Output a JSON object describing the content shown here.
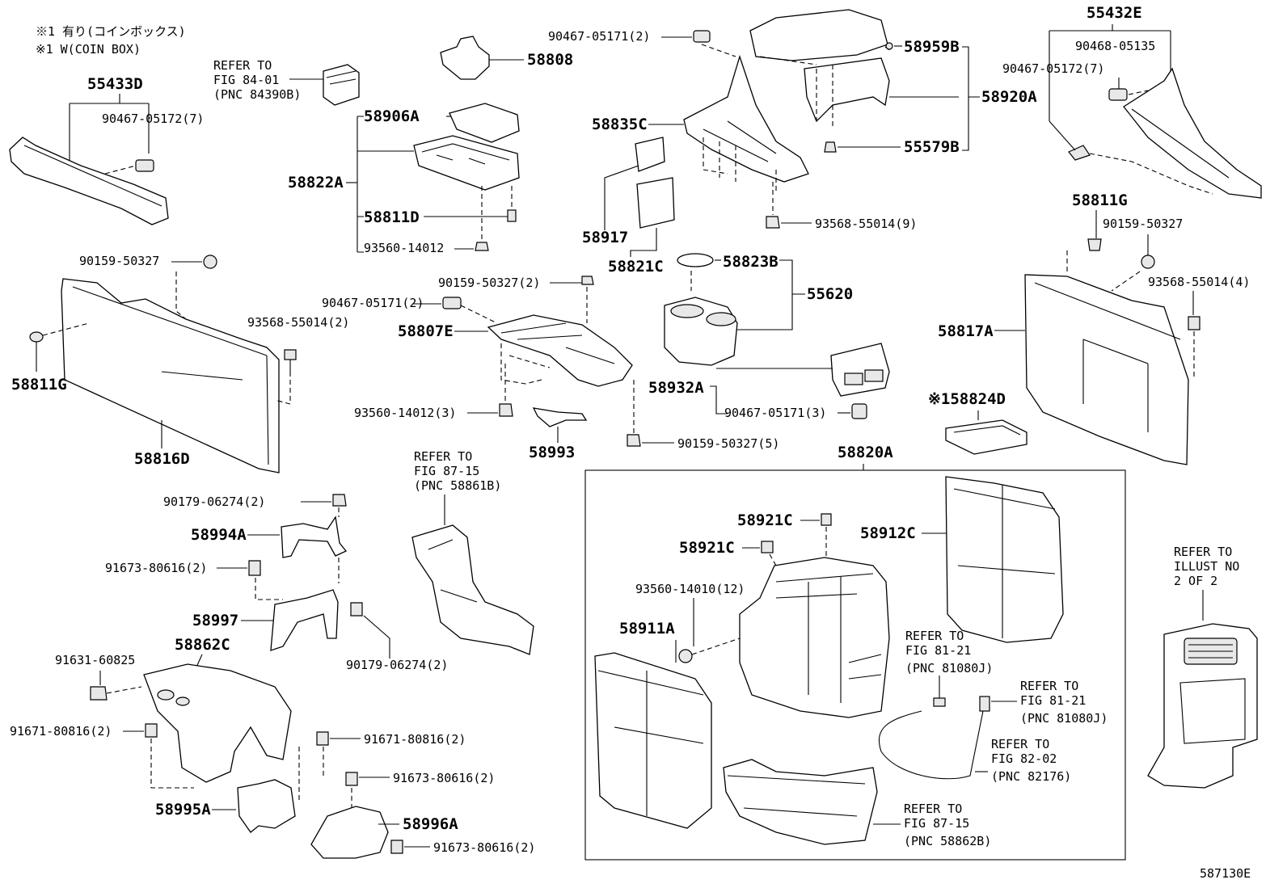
{
  "notes": {
    "line1": "※1 有り(コインボックス)",
    "line2": "※1 W(COIN BOX)"
  },
  "diagram_code": "587130E",
  "parts": {
    "p55433D": "55433D",
    "p90467_05172_7_a": "90467-05172(7)",
    "p90159_50327_a": "90159-50327",
    "p58811G_a": "58811G",
    "p93568_55014_2": "93568-55014(2)",
    "p58816D": "58816D",
    "p58808": "58808",
    "p58906A": "58906A",
    "p58822A": "58822A",
    "p58811D": "58811D",
    "p93560_14012": "93560-14012",
    "p90159_50327_2": "90159-50327(2)",
    "p90467_05171_2_a": "90467-05171(2)",
    "p58807E": "58807E",
    "p93560_14012_3": "93560-14012(3)",
    "p58993": "58993",
    "p90159_50327_5": "90159-50327(5)",
    "p90467_05171_2_b": "90467-05171(2)",
    "p58835C": "58835C",
    "p58917": "58917",
    "p58821C": "58821C",
    "p58959B": "58959B",
    "p58920A": "58920A",
    "p55579B": "55579B",
    "p93568_55014_9": "93568-55014(9)",
    "p58823B": "58823B",
    "p55620": "55620",
    "p58932A": "58932A",
    "p90467_05171_3": "90467-05171(3)",
    "p55432E": "55432E",
    "p90468_05135": "90468-05135",
    "p90467_05172_7_b": "90467-05172(7)",
    "p58811G_b": "58811G",
    "p90159_50327_b": "90159-50327",
    "p93568_55014_4": "93568-55014(4)",
    "p58817A": "58817A",
    "p58824D": "※158824D",
    "p58820A": "58820A",
    "p58921C_a": "58921C",
    "p58921C_b": "58921C",
    "p58912C": "58912C",
    "p93560_14010_12": "93560-14010(12)",
    "p58911A": "58911A",
    "p90179_06274_2_a": "90179-06274(2)",
    "p58994A": "58994A",
    "p91673_80616_2_a": "91673-80616(2)",
    "p58997": "58997",
    "p90179_06274_2_b": "90179-06274(2)",
    "p91631_60825": "91631-60825",
    "p58862C": "58862C",
    "p91671_80816_2_a": "91671-80816(2)",
    "p91671_80816_2_b": "91671-80816(2)",
    "p91673_80616_2_b": "91673-80616(2)",
    "p58995A": "58995A",
    "p58996A": "58996A",
    "p91673_80616_2_c": "91673-80616(2)"
  },
  "references": {
    "fig84": [
      "REFER TO",
      "FIG 84-01",
      "(PNC 84390B)"
    ],
    "fig87a": [
      "REFER TO",
      "FIG 87-15",
      "(PNC 58861B)"
    ],
    "fig81a": [
      "REFER TO",
      "FIG 81-21",
      "(PNC 81080J)"
    ],
    "fig81b": [
      "REFER TO",
      "FIG 81-21",
      "(PNC 81080J)"
    ],
    "fig82": [
      "REFER TO",
      "FIG 82-02",
      "(PNC 82176)"
    ],
    "fig87b": [
      "REFER TO",
      "FIG 87-15",
      "(PNC 58862B)"
    ],
    "illust": [
      "REFER TO",
      "ILLUST NO",
      "2 OF 2"
    ]
  }
}
